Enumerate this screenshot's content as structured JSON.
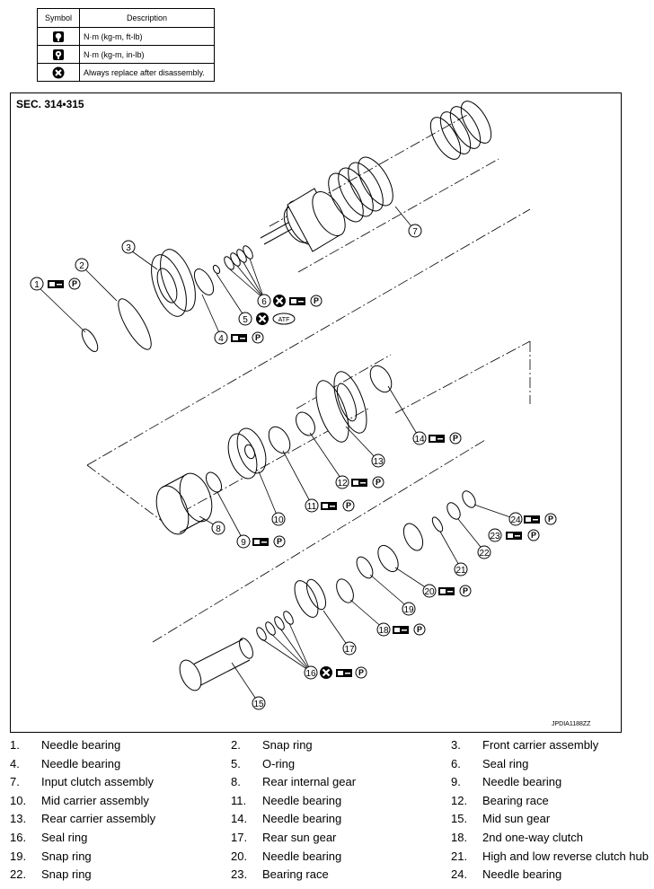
{
  "legend": {
    "header_symbol": "Symbol",
    "header_description": "Description",
    "rows": [
      {
        "icon": "torque-wrench-icon",
        "text": "N·m (kg-m, ft-lb)"
      },
      {
        "icon": "torque-wrench-small-icon",
        "text": "N·m (kg-m, in-lb)"
      },
      {
        "icon": "always-replace-icon",
        "text": "Always replace after disassembly."
      }
    ]
  },
  "diagram": {
    "section": "SEC. 314•315",
    "image_code": "JPDIA1188ZZ",
    "atf_label": "ATF",
    "petroleum_jelly_label": "P",
    "callouts": [
      "1",
      "2",
      "3",
      "4",
      "5",
      "6",
      "7",
      "8",
      "9",
      "10",
      "11",
      "12",
      "13",
      "14",
      "15",
      "16",
      "17",
      "18",
      "19",
      "20",
      "21",
      "22",
      "23",
      "24"
    ]
  },
  "parts": [
    {
      "num": "1.",
      "name": "Needle bearing"
    },
    {
      "num": "2.",
      "name": "Snap ring"
    },
    {
      "num": "3.",
      "name": "Front carrier assembly"
    },
    {
      "num": "4.",
      "name": "Needle bearing"
    },
    {
      "num": "5.",
      "name": "O-ring"
    },
    {
      "num": "6.",
      "name": "Seal ring"
    },
    {
      "num": "7.",
      "name": "Input clutch assembly"
    },
    {
      "num": "8.",
      "name": "Rear internal gear"
    },
    {
      "num": "9.",
      "name": "Needle bearing"
    },
    {
      "num": "10.",
      "name": "Mid carrier assembly"
    },
    {
      "num": "11.",
      "name": "Needle bearing"
    },
    {
      "num": "12.",
      "name": "Bearing race"
    },
    {
      "num": "13.",
      "name": "Rear carrier assembly"
    },
    {
      "num": "14.",
      "name": "Needle bearing"
    },
    {
      "num": "15.",
      "name": "Mid sun gear"
    },
    {
      "num": "16.",
      "name": "Seal ring"
    },
    {
      "num": "17.",
      "name": "Rear sun gear"
    },
    {
      "num": "18.",
      "name": "2nd one-way clutch"
    },
    {
      "num": "19.",
      "name": "Snap ring"
    },
    {
      "num": "20.",
      "name": "Needle bearing"
    },
    {
      "num": "21.",
      "name": "High and low reverse clutch hub"
    },
    {
      "num": "22.",
      "name": "Snap ring"
    },
    {
      "num": "23.",
      "name": "Bearing race"
    },
    {
      "num": "24.",
      "name": "Needle bearing"
    }
  ]
}
